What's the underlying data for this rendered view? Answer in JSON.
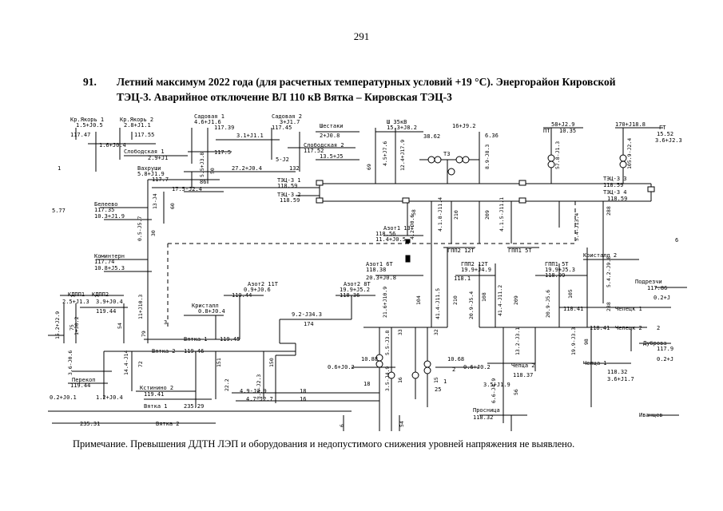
{
  "page_number": "291",
  "heading": {
    "number": "91.",
    "line1": "Летний максимум 2022 года (для расчетных температурных условий +19 °С). Энергорайон Кировской",
    "line2": "ТЭЦ-3. Аварийное отключение ВЛ 110 кВ Вятка – Кировская ТЭЦ-3"
  },
  "note": "Примечание. Превышения ДДТН ЛЭП и оборудования и недопустимого снижения уровней напряжения не выявлено.",
  "diagram": {
    "nodes": {
      "kr_yakor1": {
        "name": "Кр.Якорь 1",
        "flow": "1.5+J0.5",
        "voltage": "117.47"
      },
      "kr_yakor2": {
        "name": "Кр.Якорь 2",
        "flow": "2.8+J1.1",
        "voltage": "117.55"
      },
      "sadovaya1": {
        "name": "Садовая 1",
        "flow": "4.6+J1.6",
        "voltage": "117.39"
      },
      "sadovaya2": {
        "name": "Садовая 2",
        "flow": "3+J1.7",
        "voltage": "117.45"
      },
      "shestaki": {
        "name": "Шестаки"
      },
      "sloboda1": {
        "name": "Слободская 1",
        "flow": "2.9+J1",
        "voltage": "117.5"
      },
      "sloboda2": {
        "name": "Слободская 2",
        "voltage": "117.52"
      },
      "vakhrushi": {
        "name": "Вахруши",
        "flow": "5.8+J1.9",
        "voltage": "117.7"
      },
      "beleevo": {
        "name": "Белеево",
        "voltage": "117.35",
        "flow": "10.3+J1.9"
      },
      "komintern": {
        "name": "Коминтерн",
        "voltage": "117.74",
        "flow": "10.8+J5.3"
      },
      "kdpp1": {
        "name": "КДПП1"
      },
      "kdpp2": {
        "name": "КДПП2"
      },
      "kdpp_flow": {
        "flow": "2.5+J1.3",
        "flow2": "3.9+J0.4"
      },
      "kdpp_voltage": {
        "voltage": "119.44"
      },
      "tec3_1": {
        "name": "ТЭЦ-3 1",
        "voltage": "118.59"
      },
      "tec3_2": {
        "name": "ТЭЦ-3 2",
        "voltage": "118.59"
      },
      "tec3_3": {
        "name": "ТЭЦ-3 3",
        "voltage": "118.59"
      },
      "tec3_4": {
        "name": "ТЭЦ-3 4",
        "voltage": "118.59"
      },
      "sh35": {
        "name": "Ш 35кВ",
        "flow": "15.3+J8.2"
      },
      "t3": {
        "name": "Т3"
      },
      "t3_voltage": {
        "voltage": "38.62"
      },
      "t3_flow": {
        "flow": "16+J9.2",
        "voltage": "6.36"
      },
      "pt": {
        "name": "ПТ",
        "flow": "58+J2.9",
        "voltage": "10.35"
      },
      "gt": {
        "name": "ГТ",
        "flow": "170+J18.8",
        "voltage": "15.52",
        "flow2": "3.6+J2.3"
      },
      "azot1_13t": {
        "name": "Азот1 13Т",
        "voltage": "118.56",
        "flow": "11.4+J0.5"
      },
      "azot1_6t": {
        "name": "Азот1 6Т",
        "voltage": "118.38",
        "flow": "20.3+J0.8"
      },
      "gpp2_12t": {
        "name": "ГПП2 12Т"
      },
      "gpp1_5t": {
        "name": "ГПП1 5Т"
      },
      "gpp2_12t_b": {
        "name": "ГПП2 12Т",
        "flow": "19.9+J4.9",
        "voltage": "118.1"
      },
      "gpp1_5t_b": {
        "name": "ГПП1 5Т",
        "flow": "19.9+J5.3",
        "voltage": "118.09"
      },
      "kristall2": {
        "name": "Кристалл 2"
      },
      "kristall2_v": {
        "voltage": "118.41"
      },
      "podrezchi": {
        "name": "Подрезчи",
        "voltage": "117.86",
        "flow": "0.2+J"
      },
      "chepets1": {
        "name": "Чепецк 1"
      },
      "chepets_right": {
        "name": "Чепецк 2",
        "voltage": "118.41"
      },
      "dubrovka": {
        "name": "Дуброва",
        "voltage": "117.9",
        "flow": "0.2+J"
      },
      "azot2_11t": {
        "name": "Азот2 11Т",
        "flow": "0.9+J0.6",
        "voltage": "119.44"
      },
      "azot2_8t": {
        "name": "Азот2 8Т",
        "flow": "19.9+J5.2",
        "voltage": "118.36"
      },
      "kristall": {
        "name": "Кристалл",
        "flow": "0.8+J0.4"
      },
      "vyatka1": {
        "name": "Вятка 1",
        "voltage": "119.45"
      },
      "vyatka2": {
        "name": "Вятка 2",
        "voltage": "119.46"
      },
      "perekop": {
        "name": "Перекоп",
        "voltage": "119.44",
        "flow": "0.2+J0.1",
        "flow2": "1.2+J0.4"
      },
      "ketinino2": {
        "name": "Кстинино 2",
        "voltage": "119.41"
      },
      "vyatka1_b": {
        "name": "Вятка 1",
        "voltage": "235.29"
      },
      "vyatka2_b": {
        "name": "Вятка 2",
        "voltage": "235.31"
      },
      "node_10_88": {
        "voltage": "10.88",
        "flow": "0.6+J0.2"
      },
      "node_10_68": {
        "voltage": "10.68",
        "flow": "0.6+J0.2"
      },
      "chepets2": {
        "name": "Чепца 2",
        "voltage": "118.37",
        "flow": "3.5+J1.9"
      },
      "chepets1_b": {
        "name": "Чепца 1",
        "voltage": "118.32",
        "flow": "3.6+J1.7"
      },
      "prosnitsa": {
        "name": "Просница",
        "voltage": "118.32"
      },
      "ivantsevo": {
        "name": "Иванцев"
      }
    },
    "line_flows": {
      "f1": "1.6+J0.4",
      "f2": "3.1+J1.1",
      "f3": "2+J0.8",
      "f4": "13.5+J5",
      "f5": "5-J2",
      "f6": "27.2+J0.4",
      "f6_mw": "132",
      "f7": "17.5-J2.4",
      "f7_mw": "86",
      "f8": "9.2-J34.3",
      "f8_mw": "174",
      "f9": "4.9-J2.9",
      "f9_mw": "18",
      "f10": "4.7-J2.7",
      "f10_mw": "16"
    },
    "vertical_labels": {
      "v1": "4.5+J7.6",
      "v2": "12.4+J17.9",
      "v3": "8.9-J8.3",
      "v4": "57.8-J1.3",
      "v5": "105.9-J2.4",
      "v6": "13-J4",
      "v7": "5.5+J3.8",
      "v8": "0.5-J5.7",
      "v9": "4.2+J0.6",
      "v10": "4.1.8-J11.4",
      "v11": "4.1.5-J11.1",
      "v12": "5.4-J13.4",
      "v13": "5.4.2-J9.8",
      "v14": "11+J10.3",
      "v15": "21.6+J10.9",
      "v16": "41.4-J11.5",
      "v17": "20.9-J5.4",
      "v18": "41.4-J11.2",
      "v19": "20.9-J5.6",
      "v20": "13.2-J3.1",
      "v21": "19.9-J3.3",
      "v22": "5.5-J3.8",
      "v23": "3.5-J4.9",
      "v24": "6.6-J4.9",
      "v25": "3.6-J0.6",
      "v26": "14.4-J14",
      "v27": "15.2+J2.9",
      "v28": "1+J0.2",
      "v29": "22.2",
      "v30": "3.4-J2.3"
    },
    "numbers": {
      "n50": "50",
      "n69": "69",
      "n58": "58",
      "n210": "210",
      "n209": "209",
      "n30": "30",
      "n60": "60",
      "n75": "75",
      "n54": "54",
      "n79": "79",
      "n72": "72",
      "n151": "151",
      "n150": "150",
      "n104": "104",
      "n209b": "209",
      "n210b": "210",
      "n108": "108",
      "n105": "105",
      "n288": "288",
      "n288b": "288",
      "n98": "98",
      "n33": "33",
      "n32": "32",
      "n16": "16",
      "n15": "15",
      "n56": "56",
      "n18": "18",
      "n54b": "54",
      "n6": "6",
      "n25": "25",
      "n3": "3",
      "n1": "1",
      "n2": "2"
    },
    "margin_labels": {
      "left1": "1",
      "left2": "5.77",
      "right1": "6",
      "right2": "2"
    }
  }
}
